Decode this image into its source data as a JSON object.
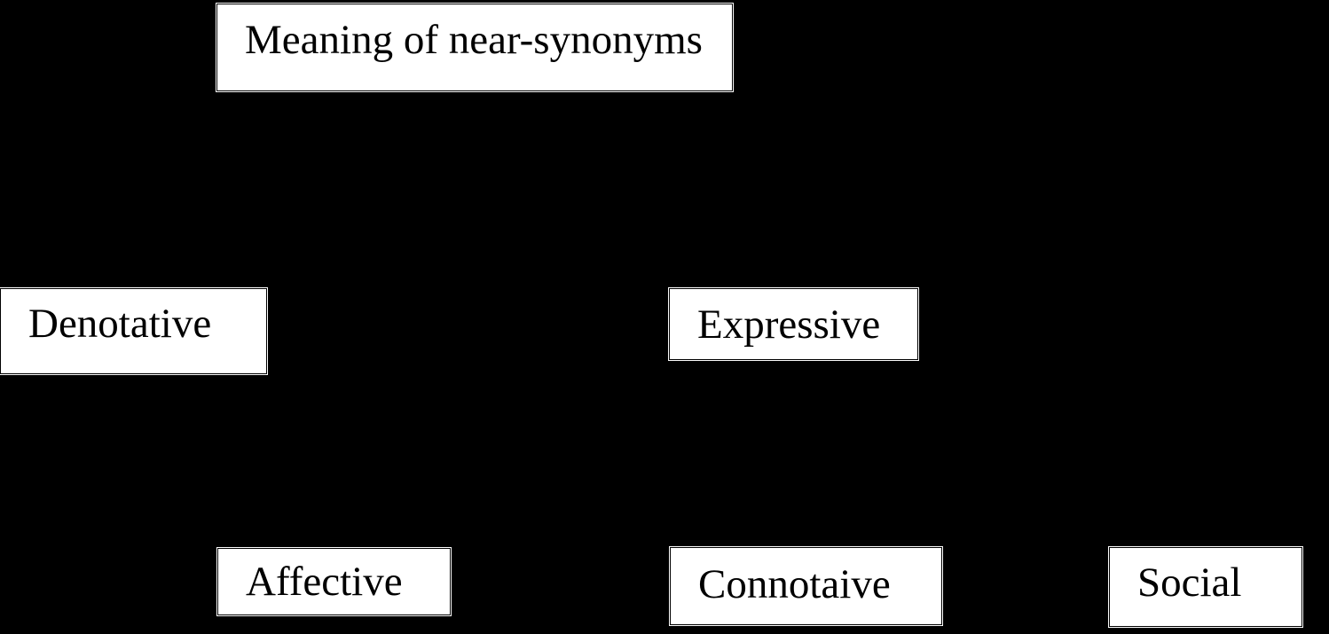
{
  "diagram": {
    "description": "Hierarchy diagram of meaning of near-synonyms",
    "colors": {
      "background": "#000000",
      "node_fill": "#ffffff",
      "node_text": "#000000",
      "node_border": "#000000"
    },
    "nodes": {
      "root": {
        "label": "Meaning of near-synonyms"
      },
      "denotative": {
        "label": "Denotative"
      },
      "expressive": {
        "label": "Expressive"
      },
      "affective": {
        "label": "Affective"
      },
      "connotaive": {
        "label": "Connotaive"
      },
      "social": {
        "label": "Social"
      }
    }
  }
}
